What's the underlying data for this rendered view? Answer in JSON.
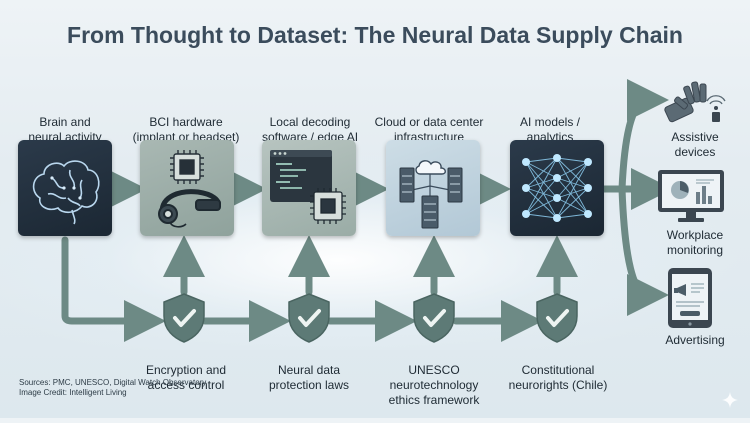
{
  "title": "From Thought to Dataset: The Neural Data Supply Chain",
  "stages": [
    {
      "lines": [
        "Brain and",
        "neural activity"
      ],
      "icon": "brain-icon"
    },
    {
      "lines": [
        "BCI hardware",
        "(implant or headset)"
      ],
      "icon": "chip-headset-icon"
    },
    {
      "lines": [
        "Local decoding",
        "software / edge AI"
      ],
      "icon": "code-window-icon"
    },
    {
      "lines": [
        "Cloud or data center",
        "infrastructure"
      ],
      "icon": "cloud-server-icon"
    },
    {
      "lines": [
        "AI models /",
        "analytics"
      ],
      "icon": "neural-network-icon"
    }
  ],
  "safeguards": [
    {
      "lines": [
        "Encryption and",
        "access control"
      ],
      "icon": "shield-check-icon"
    },
    {
      "lines": [
        "Neural data",
        "protection laws"
      ],
      "icon": "shield-check-icon"
    },
    {
      "lines": [
        "UNESCO",
        "neurotechnology",
        "ethics framework"
      ],
      "icon": "shield-check-icon"
    },
    {
      "lines": [
        "Constitutional",
        "neurorights (Chile)"
      ],
      "icon": "shield-check-icon"
    }
  ],
  "outputs": [
    {
      "lines": [
        "Assistive",
        "devices"
      ],
      "icon": "robotic-hand-icon"
    },
    {
      "lines": [
        "Workplace",
        "monitoring"
      ],
      "icon": "monitor-dashboard-icon"
    },
    {
      "lines": [
        "Advertising"
      ],
      "icon": "tablet-ad-icon"
    }
  ],
  "sources": [
    "Sources: PMC, UNESCO, Digital Watch Observatory",
    "Image Credit: Intelligent Living"
  ],
  "colors": {
    "arrow": "#6d8a85",
    "shield": "#5d7a76",
    "title": "#3b4c5c"
  }
}
